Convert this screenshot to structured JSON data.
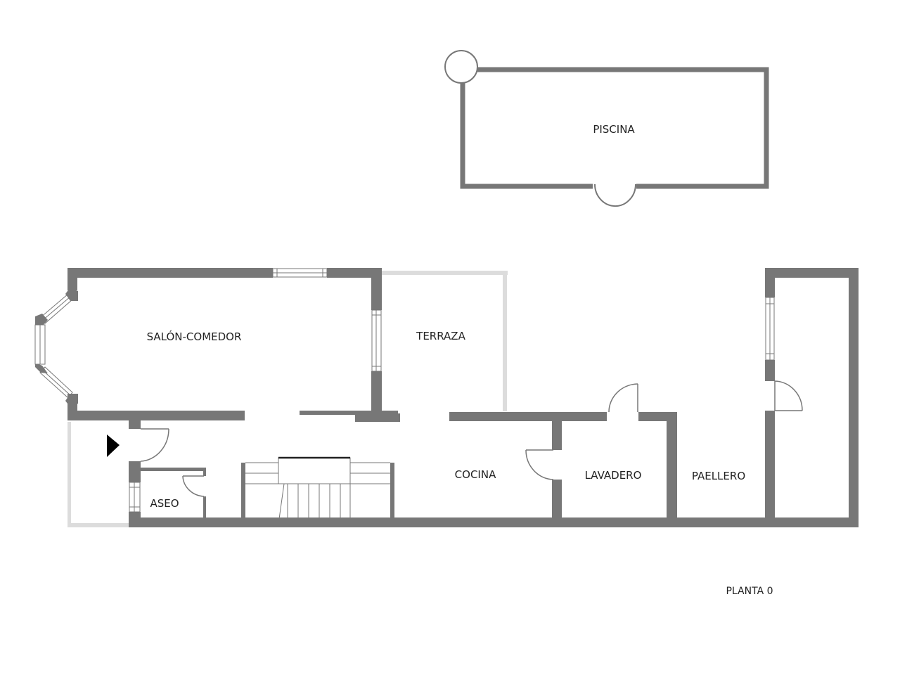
{
  "plan": {
    "title": "PLANTA 0",
    "colors": {
      "wall": "#777777",
      "light_wall": "#d9d9d9",
      "line": "#6e6e6e",
      "text": "#222222",
      "entry_arrow": "#000000"
    }
  },
  "rooms": {
    "piscina": "PISCINA",
    "salon_comedor": "SALÓN-COMEDOR",
    "terraza": "TERRAZA",
    "cocina": "COCINA",
    "lavadero": "LAVADERO",
    "paellero": "PAELLERO",
    "aseo": "ASEO"
  }
}
